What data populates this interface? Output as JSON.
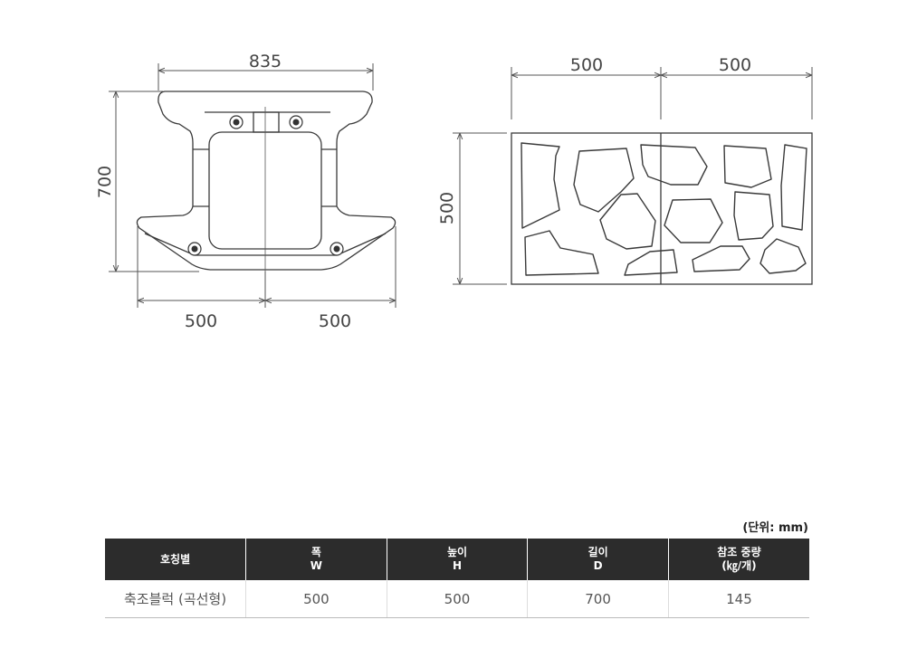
{
  "front_view": {
    "width_total": "835",
    "height": "700",
    "bottom_left": "500",
    "bottom_right": "500"
  },
  "top_view": {
    "top_left": "500",
    "top_right": "500",
    "height": "500"
  },
  "unit_label": "(단위: mm)",
  "table": {
    "headers": [
      {
        "line1": "호칭별",
        "line2": ""
      },
      {
        "line1": "폭",
        "line2": "W"
      },
      {
        "line1": "높이",
        "line2": "H"
      },
      {
        "line1": "길이",
        "line2": "D"
      },
      {
        "line1": "참조 중량",
        "line2": "(㎏/개)"
      }
    ],
    "rows": [
      [
        "축조블럭 (곡선형)",
        "500",
        "500",
        "700",
        "145"
      ]
    ]
  }
}
